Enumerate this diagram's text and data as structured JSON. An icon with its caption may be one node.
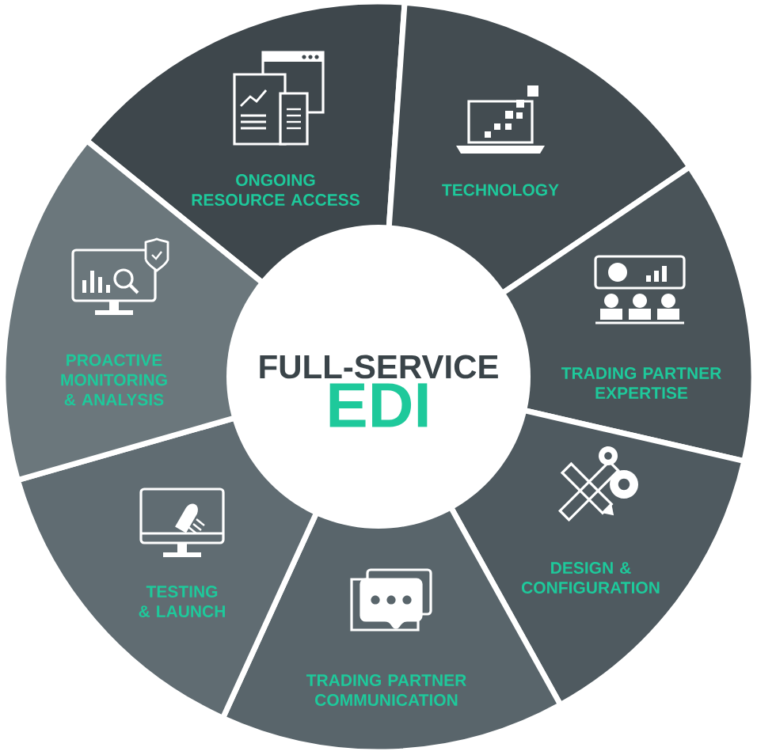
{
  "diagram": {
    "nodes": [
      {
        "text": [
          "FULL-SERVICE",
          "EDI"
        ]
      },
      {
        "text": [
          "ONGOING RESOURCE ACCESS"
        ]
      },
      {
        "text": [
          "TECHNOLOGY"
        ]
      },
      {
        "text": [
          "TRADING PARTNER EXPERTISE"
        ]
      },
      {
        "text": [
          "DESIGN & CONFIGURATION"
        ]
      },
      {
        "text": [
          "TRADING PARTNER COMMUNICATION"
        ]
      },
      {
        "text": [
          "TESTING & LAUNCH"
        ]
      },
      {
        "text": [
          "PROACTIVE MONITORING & ANALYSIS"
        ]
      }
    ]
  }
}
